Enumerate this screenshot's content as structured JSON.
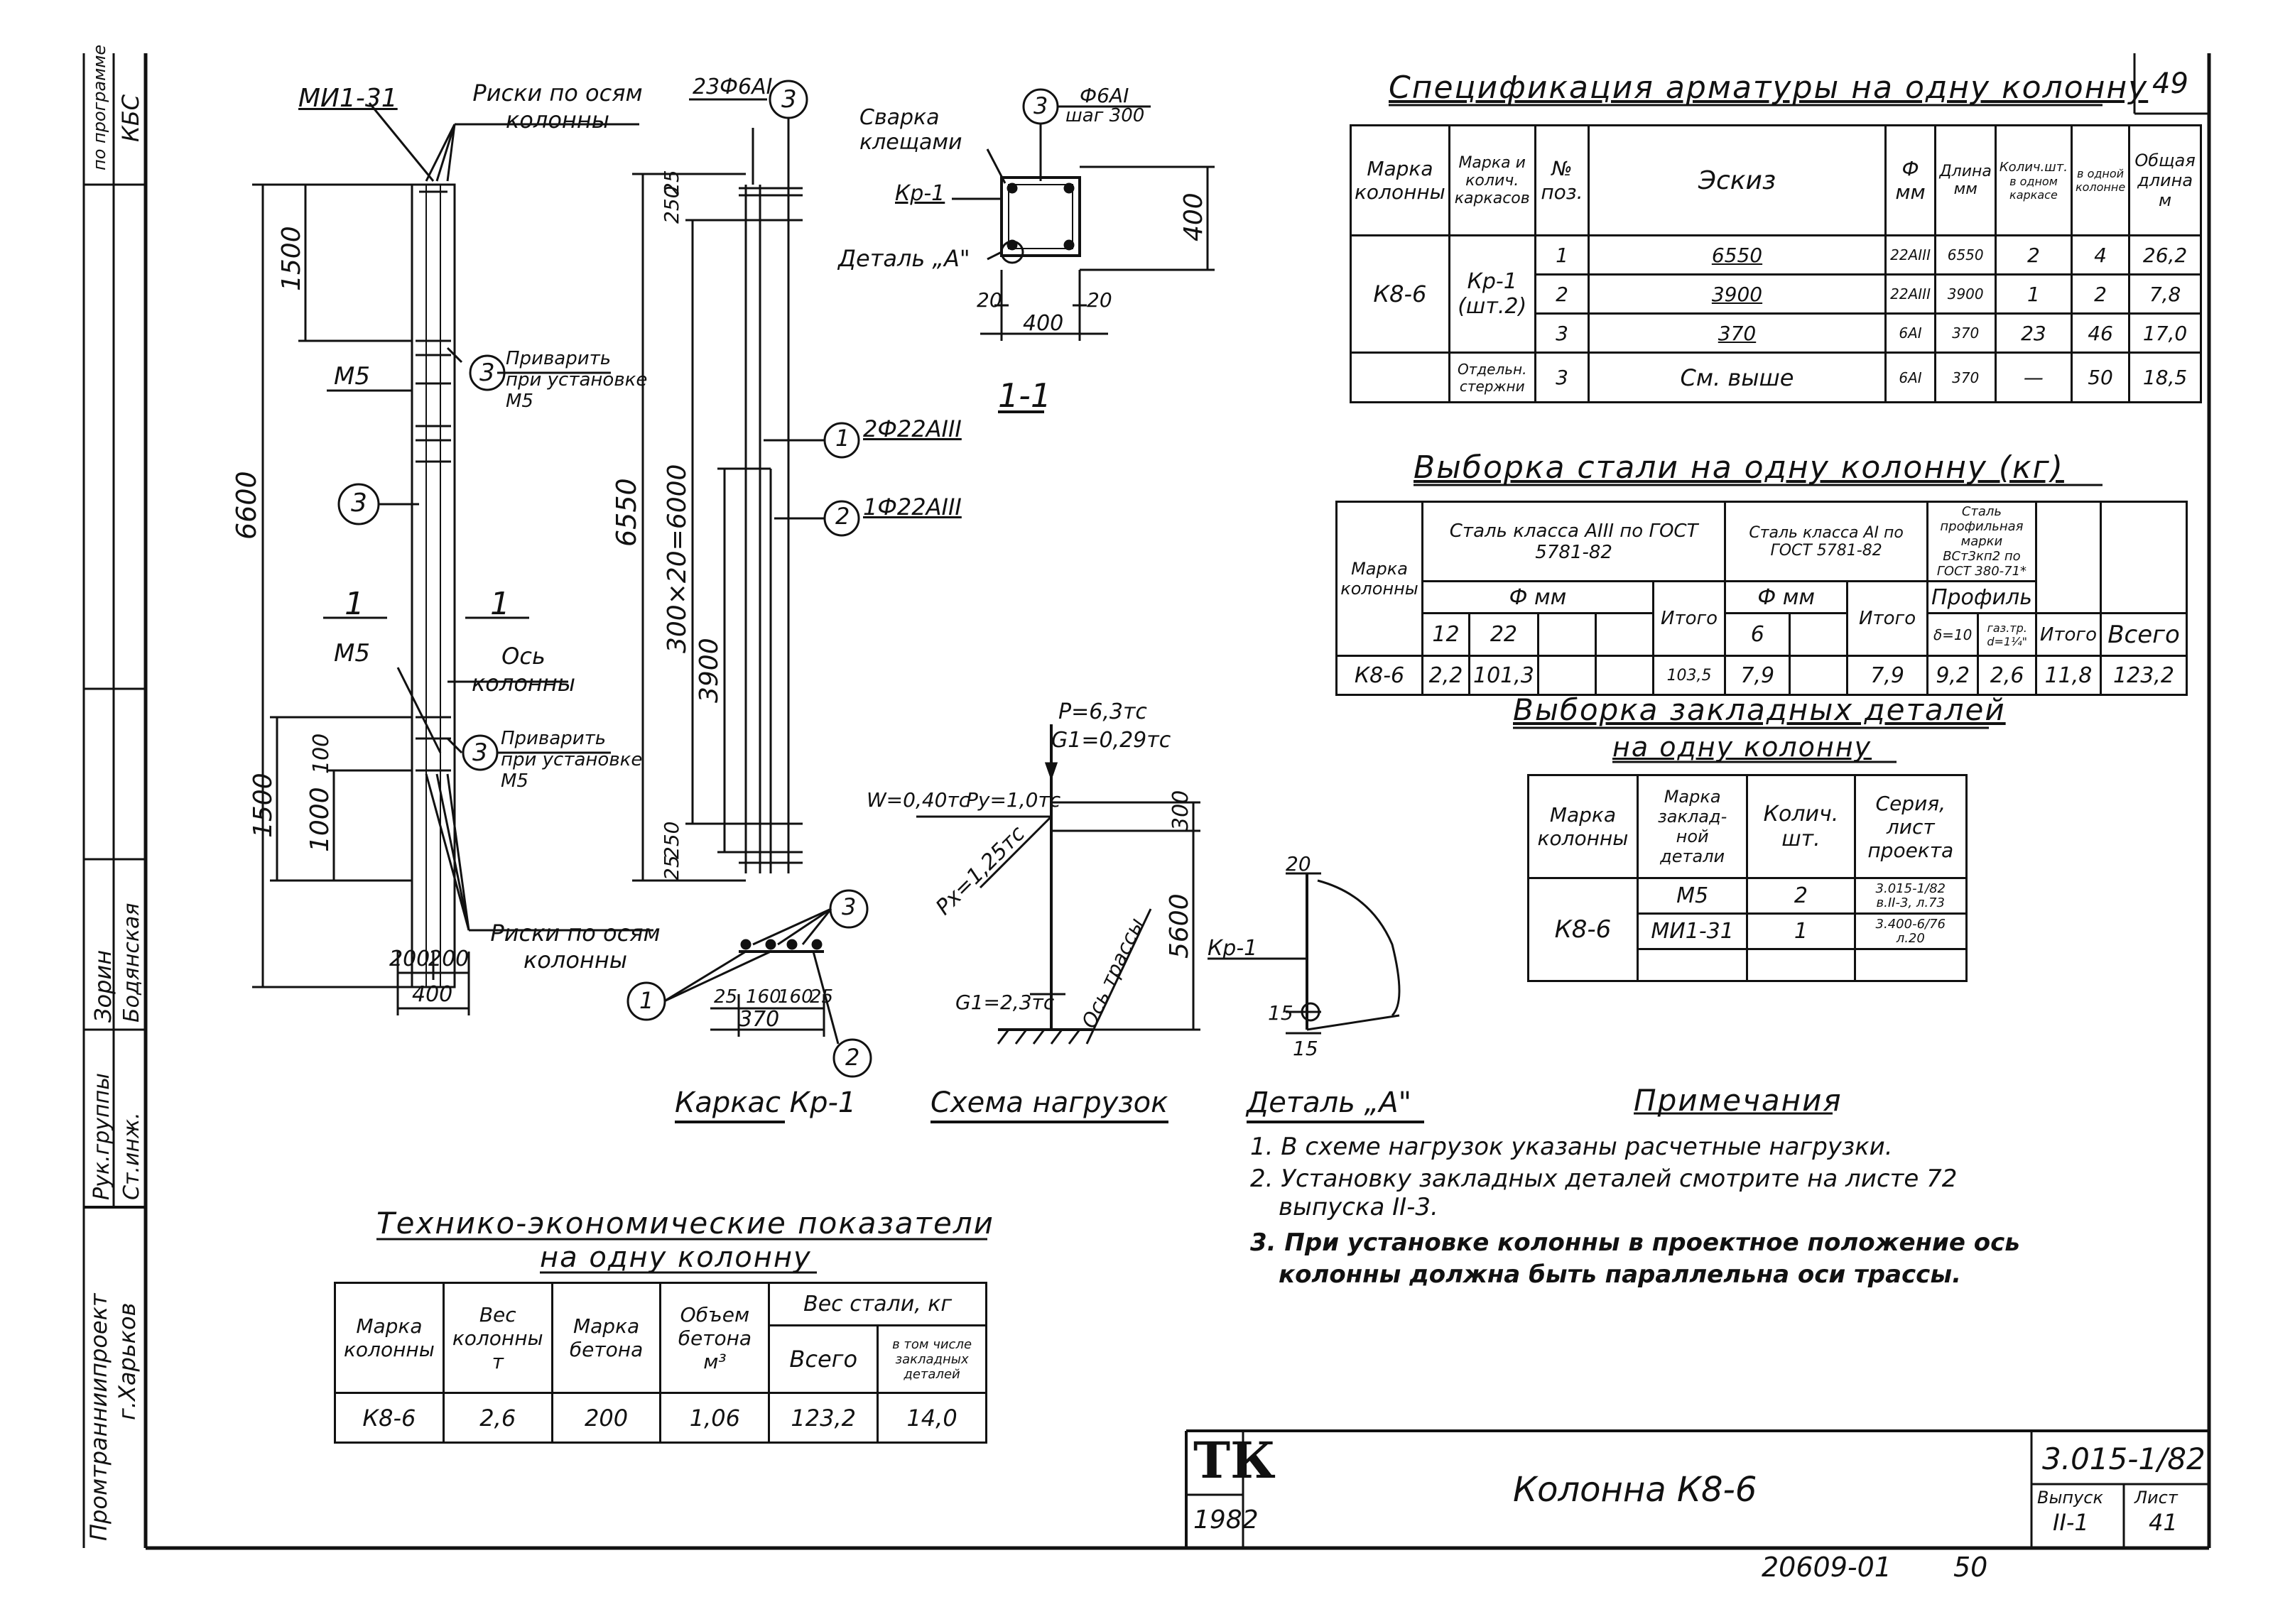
{
  "sheet_number": "49",
  "left_strip": {
    "top_text_1": "по программе",
    "top_text_2": "КБС",
    "org_1": "Промтранниипроект",
    "org_2": "г.Харьков",
    "role_1": "Рук.группы",
    "role_2": "Ст.инж.",
    "name_1": "Зорин",
    "name_2": "Бодянская"
  },
  "column_drawing": {
    "label_mark": "МИ1-31",
    "label_marks_axes_top": "Риски по осям колонны",
    "label_m5_top": "М5",
    "label_weld_top": "Приварить при установке М5",
    "label_pos3_top": "3",
    "label_pos3_left": "3",
    "label_section_1": "1",
    "label_section_2": "1",
    "label_m5_mid": "М5",
    "label_axis": "Ось колонны",
    "label_weld_bottom": "Приварить при установке М5",
    "label_pos3_bottom": "3",
    "label_marks_axes_bottom": "Риски по осям колонны",
    "dim_6600": "6600",
    "dim_1500_top": "1500",
    "dim_1500_bottom": "1500",
    "dim_100": "100",
    "dim_1000": "1000",
    "dim_200a": "200",
    "dim_200b": "200",
    "dim_400": "400"
  },
  "cage_drawing": {
    "label_top": "23Ф6АI",
    "pos3": "3",
    "dim_25_top": "25",
    "dim_250_top": "250",
    "dim_6550": "6550",
    "dim_300x20": "300×20=6000",
    "dim_3900": "3900",
    "dim_250_bottom": "250",
    "dim_25_bottom": "25",
    "pos1": "1",
    "pos1_label": "2Ф22АIII",
    "pos2": "2",
    "pos2_label": "1Ф22АIII"
  },
  "section_1_1": {
    "weld_label": "Сварка клещами",
    "kr1": "Кр-1",
    "detail_a": "Деталь „А\"",
    "pos3": "3",
    "stirrup_label_1": "Ф6АI",
    "stirrup_label_2": "шаг 300",
    "dim_400_right": "400",
    "dim_20a": "20",
    "dim_20b": "20",
    "dim_400_bottom": "400",
    "title": "1-1"
  },
  "cage_kr1": {
    "pos3": "3",
    "pos1": "1",
    "pos2": "2",
    "dim_25a": "25",
    "dim_160a": "160",
    "dim_160b": "160",
    "dim_25b": "25",
    "dim_370": "370",
    "title": "Каркас Кр-1"
  },
  "load_scheme": {
    "P": "P=6,3тс",
    "G1_top": "G1=0,29тс",
    "W": "W=0,40тс",
    "Py": "Py=1,0тс",
    "Px": "Px=1,25тс",
    "dim_300": "300",
    "dim_5600": "5600",
    "G1_bottom": "G1=2,3тс",
    "axis": "Ось трассы",
    "title": "Схема нагрузок"
  },
  "detail_a": {
    "kr1": "Кр-1",
    "dim_20": "20",
    "dim_15a": "15",
    "dim_15b": "15",
    "title": "Деталь „А\""
  },
  "spec_table": {
    "title": "Спецификация арматуры на одну колонну",
    "headers": {
      "col_mark": "Марка колонны",
      "cage_mark": "Марка и колич. каркасов",
      "pos": "№ поз.",
      "sketch": "Эскиз",
      "dia": "Ф мм",
      "length": "Длина мм",
      "qty": "Колич.шт.",
      "qty_cage": "в одном каркасе",
      "qty_col": "в одной колонне",
      "total": "Общая длина м"
    },
    "column_mark": "К8-6",
    "cage_name": "Кр-1",
    "cage_count": "(шт.2)",
    "separate": "Отдельн. стержни",
    "rows": [
      {
        "pos": "1",
        "sketch": "6550",
        "dia": "22АIII",
        "len": "6550",
        "q1": "2",
        "q2": "4",
        "total": "26,2"
      },
      {
        "pos": "2",
        "sketch": "3900",
        "dia": "22АIII",
        "len": "3900",
        "q1": "1",
        "q2": "2",
        "total": "7,8"
      },
      {
        "pos": "3",
        "sketch": "370",
        "dia": "6АI",
        "len": "370",
        "q1": "23",
        "q2": "46",
        "total": "17,0"
      },
      {
        "pos": "3",
        "sketch": "См. выше",
        "dia": "6АI",
        "len": "370",
        "q1": "—",
        "q2": "50",
        "total": "18,5"
      }
    ]
  },
  "steel_table": {
    "title": "Выборка стали на одну колонну (кг)",
    "headers": {
      "col_mark": "Марка колонны",
      "steel_a3": "Сталь класса АIII по ГОСТ 5781-82",
      "steel_a1": "Сталь класса АI по ГОСТ 5781-82",
      "steel_prof": "Сталь профильная марки ВСт3кп2 по ГОСТ 380-71*",
      "dia_mm_1": "Ф мм",
      "dia_mm_2": "Ф мм",
      "profile": "Профиль",
      "d12": "12",
      "d22": "22",
      "itogo_1": "Итого",
      "d6": "6",
      "itogo_2": "Итого",
      "delta10": "δ=10",
      "pipe": "газ.тр. d=1¼\"",
      "itogo_3": "Итого",
      "vsego": "Всего"
    },
    "row": {
      "mark": "К8-6",
      "v12": "2,2",
      "v22": "101,3",
      "it1": "103,5",
      "v6": "7,9",
      "it2": "7,9",
      "vd": "9,2",
      "vp": "2,6",
      "it3": "11,8",
      "all": "123,2"
    }
  },
  "embed_table": {
    "title_1": "Выборка закладных деталей",
    "title_2": "на одну колонну",
    "headers": {
      "col_mark": "Марка колонны",
      "embed_mark": "Марка заклад- ной детали",
      "qty": "Колич. шт.",
      "series": "Серия, лист проекта"
    },
    "column_mark": "К8-6",
    "rows": [
      {
        "mark": "М5",
        "qty": "2",
        "series_1": "3.015-1/82",
        "series_2": "в.II-3, л.73"
      },
      {
        "mark": "МИ1-31",
        "qty": "1",
        "series_1": "3.400-6/76",
        "series_2": "л.20"
      }
    ]
  },
  "notes": {
    "title": "Примечания",
    "items": [
      "1. В схеме нагрузок указаны расчетные нагрузки.",
      "2. Установку закладных деталей смотрите на листе 72",
      "выпуска II-3.",
      "3. При установке колонны в проектное положение ось",
      "колонны должна быть параллельна оси трассы."
    ]
  },
  "tech_table": {
    "title_1": "Технико-экономические показатели",
    "title_2": "на одну колонну",
    "headers": {
      "col_mark": "Марка колонны",
      "weight": "Вес колонны т",
      "concrete": "Марка бетона",
      "volume": "Объем бетона м³",
      "steel": "Вес стали, кг",
      "steel_total": "Всего",
      "steel_embed": "в том числе закладных деталей"
    },
    "row": {
      "mark": "К8-6",
      "weight": "2,6",
      "concrete": "200",
      "volume": "1,06",
      "steel_total": "123,2",
      "steel_embed": "14,0"
    }
  },
  "title_block": {
    "logo": "ТК",
    "year": "1982",
    "name": "Колонна К8-6",
    "series": "3.015-1/82",
    "issue_label": "Выпуск",
    "issue": "II-1",
    "sheet_label": "Лист",
    "sheet": "41"
  },
  "footer": {
    "code": "20609-01",
    "page": "50"
  }
}
